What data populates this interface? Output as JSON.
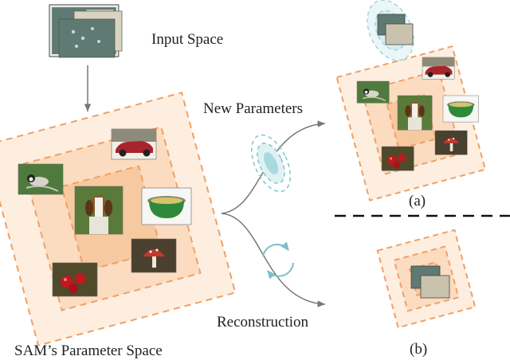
{
  "labels": {
    "input_space": "Input Space",
    "new_parameters": "New Parameters",
    "reconstruction": "Reconstruction",
    "parameter_space": "SAM’s Parameter Space",
    "panel_a": "(a)",
    "panel_b": "(b)"
  },
  "colors": {
    "dashed_frame": "#f0a066",
    "frame_fill": "#fde7d4",
    "arrow": "#777777",
    "gaussian": "#7fc6cc",
    "gaussian_fill": "#cfecee",
    "cycle": "#7cbfc8",
    "divider": "#111111"
  },
  "images": [
    {
      "name": "satellite-image",
      "caption": "aerial view"
    },
    {
      "name": "red-car-image",
      "caption": "red convertible"
    },
    {
      "name": "chickadee-image",
      "caption": "small bird"
    },
    {
      "name": "beagle-image",
      "caption": "beagle dog"
    },
    {
      "name": "green-pot-image",
      "caption": "green pot"
    },
    {
      "name": "mushroom-image",
      "caption": "red mushroom"
    },
    {
      "name": "berries-image",
      "caption": "red berries"
    }
  ]
}
